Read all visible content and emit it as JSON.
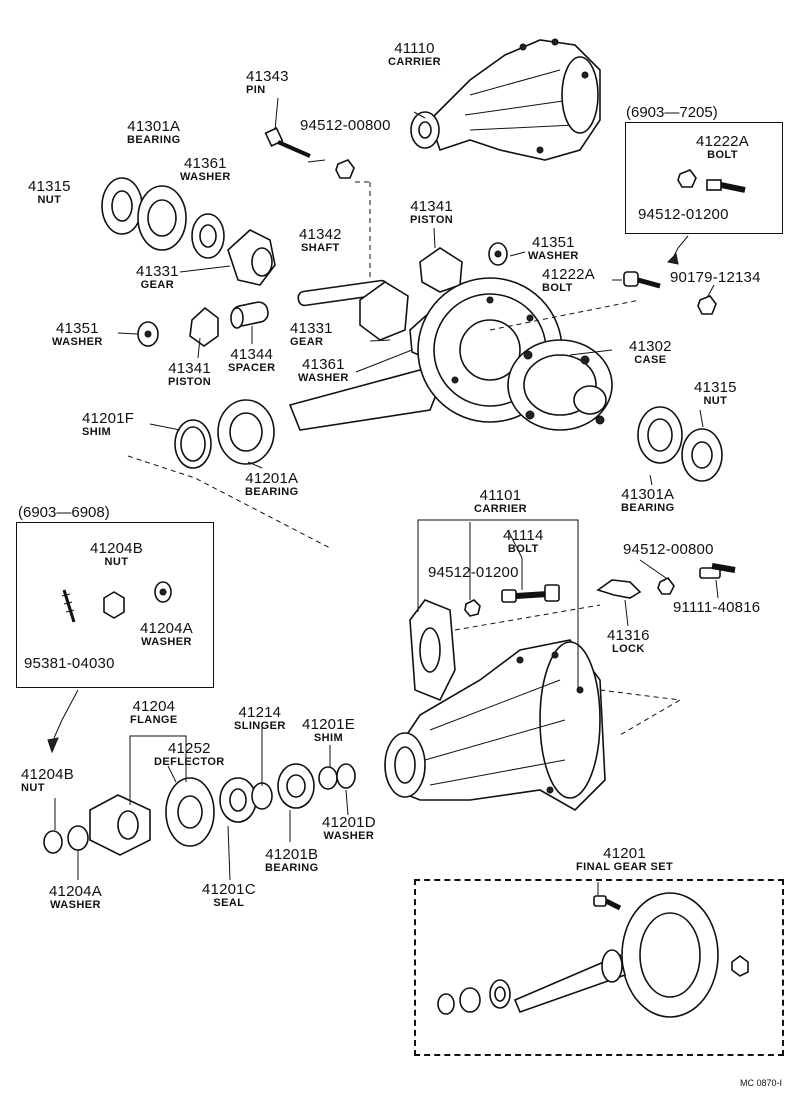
{
  "labels": {
    "l41110": {
      "num": "41110",
      "name": "CARRIER"
    },
    "l41343": {
      "num": "41343",
      "name": "PIN"
    },
    "l94512_00800a": {
      "num": "94512-00800"
    },
    "l41301A_top": {
      "num": "41301A",
      "name": "BEARING"
    },
    "l41361_top": {
      "num": "41361",
      "name": "WASHER"
    },
    "l41315_left": {
      "num": "41315",
      "name": "NUT"
    },
    "l41331_top": {
      "num": "41331",
      "name": "GEAR"
    },
    "l41342": {
      "num": "41342",
      "name": "SHAFT"
    },
    "l41341_top": {
      "num": "41341",
      "name": "PISTON"
    },
    "l41351_right": {
      "num": "41351",
      "name": "WASHER"
    },
    "l41222A_bolt": {
      "num": "41222A",
      "name": "BOLT"
    },
    "l90179": {
      "num": "90179-12134"
    },
    "l41351_left": {
      "num": "41351",
      "name": "WASHER"
    },
    "l41341_left": {
      "num": "41341",
      "name": "PISTON"
    },
    "l41344": {
      "num": "41344",
      "name": "SPACER"
    },
    "l41331_mid": {
      "num": "41331",
      "name": "GEAR"
    },
    "l41361_mid": {
      "num": "41361",
      "name": "WASHER"
    },
    "l41302": {
      "num": "41302",
      "name": "CASE"
    },
    "l41315_right": {
      "num": "41315",
      "name": "NUT"
    },
    "l41201F": {
      "num": "41201F",
      "name": "SHIM"
    },
    "l41201A": {
      "num": "41201A",
      "name": "BEARING"
    },
    "l41301A_right": {
      "num": "41301A",
      "name": "BEARING"
    },
    "l41101": {
      "num": "41101",
      "name": "CARRIER"
    },
    "l41114": {
      "num": "41114",
      "name": "BOLT"
    },
    "l94512_01200b": {
      "num": "94512-01200"
    },
    "l94512_00800b": {
      "num": "94512-00800"
    },
    "l91111": {
      "num": "91111-40816"
    },
    "l41316": {
      "num": "41316",
      "name": "LOCK"
    },
    "l41204B_box": {
      "num": "41204B",
      "name": "NUT"
    },
    "l41204A_box": {
      "num": "41204A",
      "name": "WASHER"
    },
    "l95381": {
      "num": "95381-04030"
    },
    "l41204": {
      "num": "41204",
      "name": "FLANGE"
    },
    "l41214": {
      "num": "41214",
      "name": "SLINGER"
    },
    "l41201E": {
      "num": "41201E",
      "name": "SHIM"
    },
    "l41252": {
      "num": "41252",
      "name": "DEFLECTOR"
    },
    "l41204B_low": {
      "num": "41204B",
      "name": "NUT"
    },
    "l41201D": {
      "num": "41201D",
      "name": "WASHER"
    },
    "l41201B": {
      "num": "41201B",
      "name": "BEARING"
    },
    "l41201C": {
      "num": "41201C",
      "name": "SEAL"
    },
    "l41204A_low": {
      "num": "41204A",
      "name": "WASHER"
    },
    "l41201": {
      "num": "41201",
      "name": "FINAL GEAR SET"
    }
  },
  "box_right": {
    "title": "(6903—7205)",
    "bolt_num": "41222A",
    "bolt_name": "BOLT",
    "washer_num": "94512-01200"
  },
  "box_left": {
    "title": "(6903—6908)"
  },
  "footer_code": "MC 0870-I"
}
